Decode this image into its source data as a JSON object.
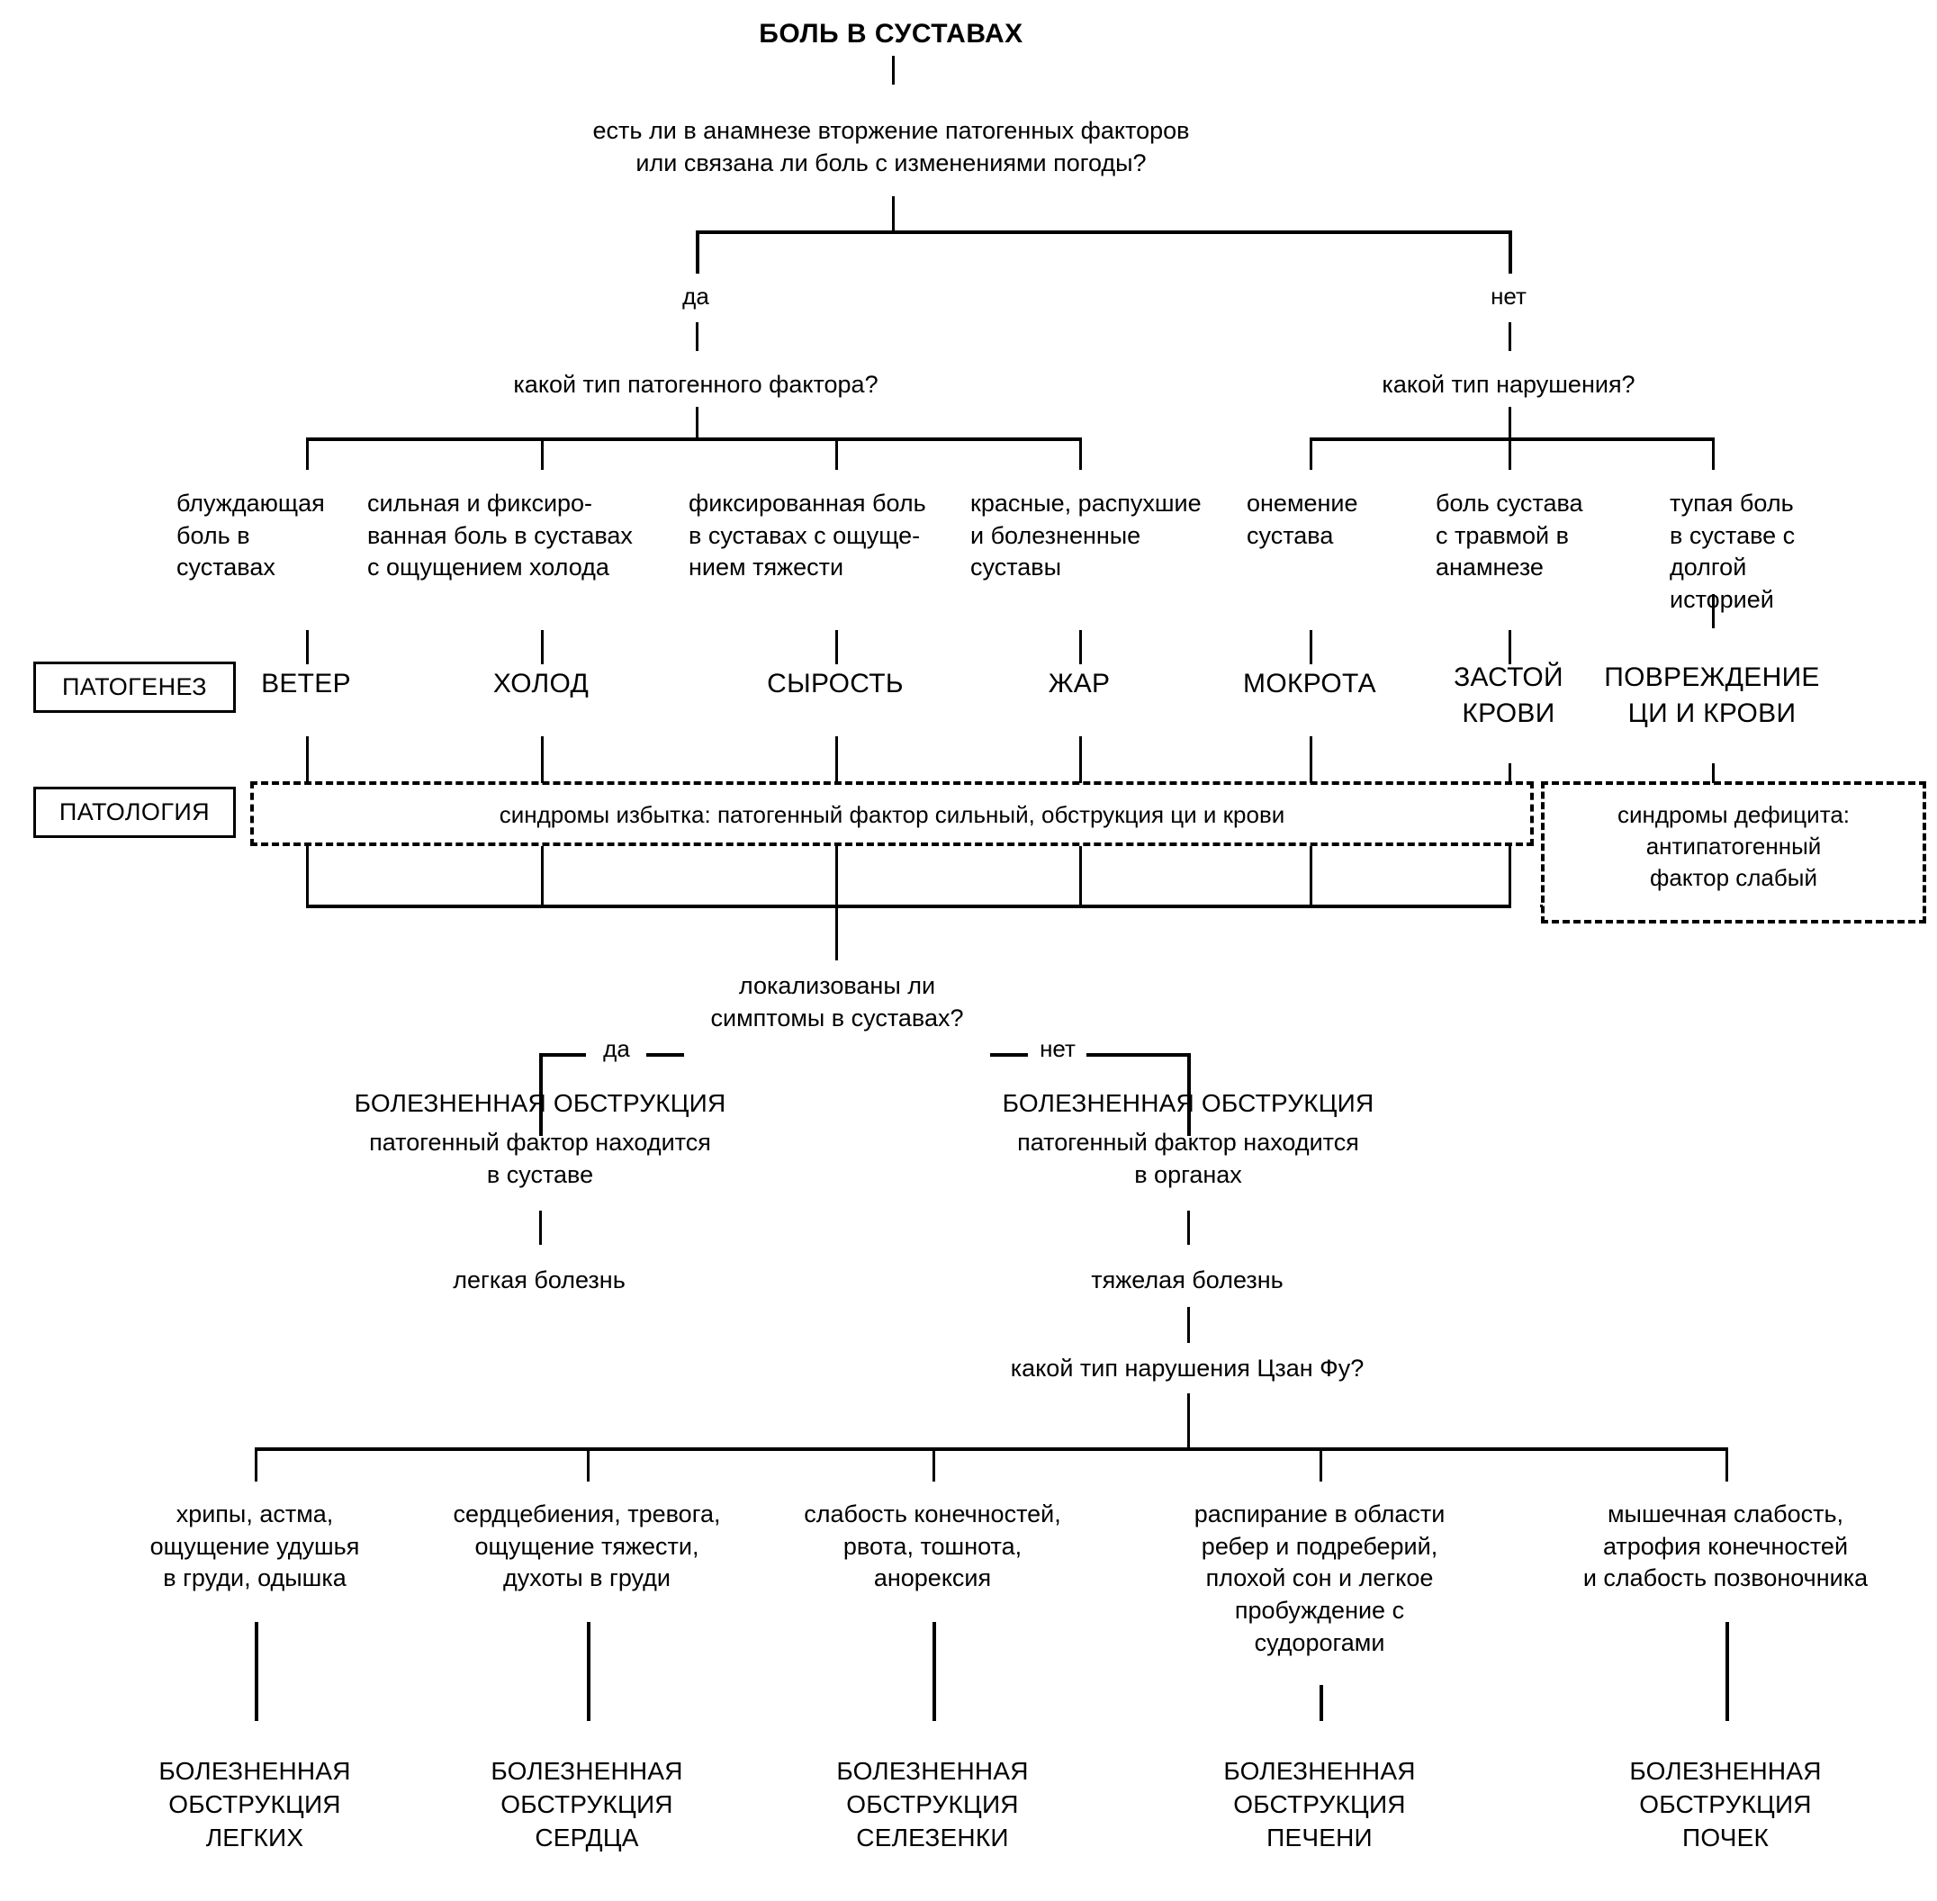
{
  "title": "БОЛЬ В СУСТАВАХ",
  "questions": {
    "q_root": "есть ли в анамнезе вторжение патогенных факторов\nили связана ли боль с изменениями погоды?",
    "q_left": "какой тип патогенного фактора?",
    "q_right": "какой тип нарушения?",
    "q_localized": "локализованы ли\nсимптомы в суставах?",
    "q_zangfu": "какой тип нарушения Цзан Фу?"
  },
  "answers": {
    "yes": "да",
    "no": "нет",
    "yes2": "да",
    "no2": "нет"
  },
  "row_labels": {
    "pathogenesis": "ПАТОГЕНЕЗ",
    "pathology": "ПАТОЛОГИЯ"
  },
  "symptoms": [
    {
      "text": "блуждающая\nболь в\nсуставах"
    },
    {
      "text": "сильная и фиксиро-\nванная боль в суставах\nс ощущением холода"
    },
    {
      "text": "фиксированная боль\nв суставах с ощуще-\nнием тяжести"
    },
    {
      "text": "красные, распухшие\nи болезненные\nсуставы"
    },
    {
      "text": "онемение\nсустава"
    },
    {
      "text": "боль сустава\nс травмой в\nанамнезе"
    },
    {
      "text": "тупая боль\nв суставе с\nдолгой\nисторией"
    }
  ],
  "pathogenesis": [
    {
      "text": "ВЕТЕР"
    },
    {
      "text": "ХОЛОД"
    },
    {
      "text": "СЫРОСТЬ"
    },
    {
      "text": "ЖАР"
    },
    {
      "text": "МОКРОТА"
    },
    {
      "text": "ЗАСТОЙ\nКРОВИ"
    },
    {
      "text": "ПОВРЕЖДЕНИЕ\nЦИ И КРОВИ"
    }
  ],
  "pathology": {
    "excess": "синдромы избытка: патогенный фактор сильный, обструкция ци и крови",
    "deficiency": "синдромы дефицита:\nантипатогенный\nфактор слабый"
  },
  "obstruction": {
    "left_title": "БОЛЕЗНЕННАЯ ОБСТРУКЦИЯ",
    "left_body": "патогенный фактор находится\nв суставе",
    "right_title": "БОЛЕЗНЕННАЯ ОБСТРУКЦИЯ",
    "right_body": "патогенный фактор находится\nв органах",
    "left_severity": "легкая болезнь",
    "right_severity": "тяжелая болезнь"
  },
  "zangfu": [
    {
      "symptoms": "хрипы, астма,\nощущение удушья\nв груди, одышка",
      "result": "БОЛЕЗНЕННАЯ\nОБСТРУКЦИЯ\nЛЕГКИХ"
    },
    {
      "symptoms": "сердцебиения, тревога,\nощущение тяжести,\nдухоты в груди",
      "result": "БОЛЕЗНЕННАЯ\nОБСТРУКЦИЯ\nСЕРДЦА"
    },
    {
      "symptoms": "слабость конечностей,\nрвота, тошнота,\nанорексия",
      "result": "БОЛЕЗНЕННАЯ\nОБСТРУКЦИЯ\nСЕЛЕЗЕНКИ"
    },
    {
      "symptoms": "распирание в области\nребер и подреберий,\nплохой сон и легкое\nпробуждение с\nсудорогами",
      "result": "БОЛЕЗНЕННАЯ\nОБСТРУКЦИЯ\nПЕЧЕНИ"
    },
    {
      "symptoms": "мышечная слабость,\nатрофия конечностей\nи слабость позвоночника",
      "result": "БОЛЕЗНЕННАЯ\nОБСТРУКЦИЯ\nПОЧЕК"
    }
  ],
  "colors": {
    "ink": "#000000",
    "paper": "#ffffff"
  }
}
